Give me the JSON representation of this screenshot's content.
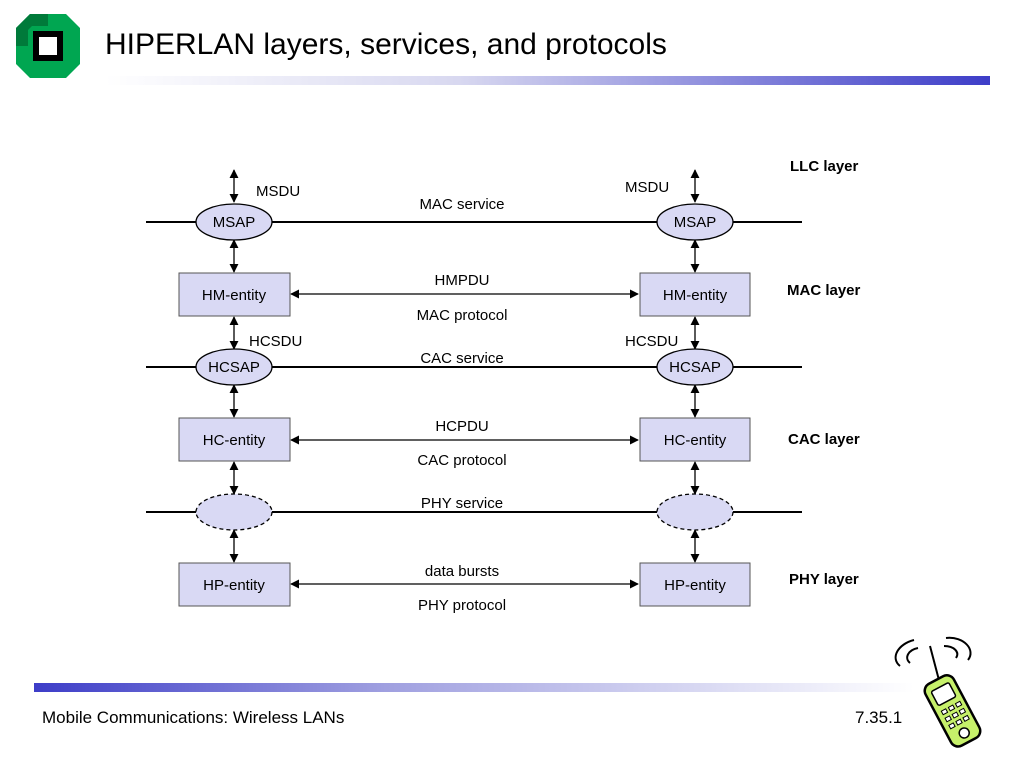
{
  "slide": {
    "title": "HIPERLAN layers, services, and protocols",
    "footer_left": "Mobile Communications: Wireless LANs",
    "footer_right": "7.35.1"
  },
  "diagram": {
    "layers": {
      "llc": "LLC layer",
      "mac": "MAC layer",
      "cac": "CAC layer",
      "phy": "PHY layer"
    },
    "left": {
      "msdu": "MSDU",
      "msap": "MSAP",
      "hm_entity": "HM-entity",
      "hcsdu": "HCSDU",
      "hcsap": "HCSAP",
      "hc_entity": "HC-entity",
      "hp_entity": "HP-entity"
    },
    "right": {
      "msdu": "MSDU",
      "msap": "MSAP",
      "hm_entity": "HM-entity",
      "hcsdu": "HCSDU",
      "hcsap": "HCSAP",
      "hc_entity": "HC-entity",
      "hp_entity": "HP-entity"
    },
    "center": {
      "mac_service": "MAC service",
      "hmpdu": "HMPDU",
      "mac_protocol": "MAC protocol",
      "cac_service": "CAC service",
      "hcpdu": "HCPDU",
      "cac_protocol": "CAC protocol",
      "phy_service": "PHY service",
      "data_bursts": "data bursts",
      "phy_protocol": "PHY protocol"
    },
    "colors": {
      "box_fill": "#d9d9f4",
      "logo_green": "#00a651"
    }
  }
}
